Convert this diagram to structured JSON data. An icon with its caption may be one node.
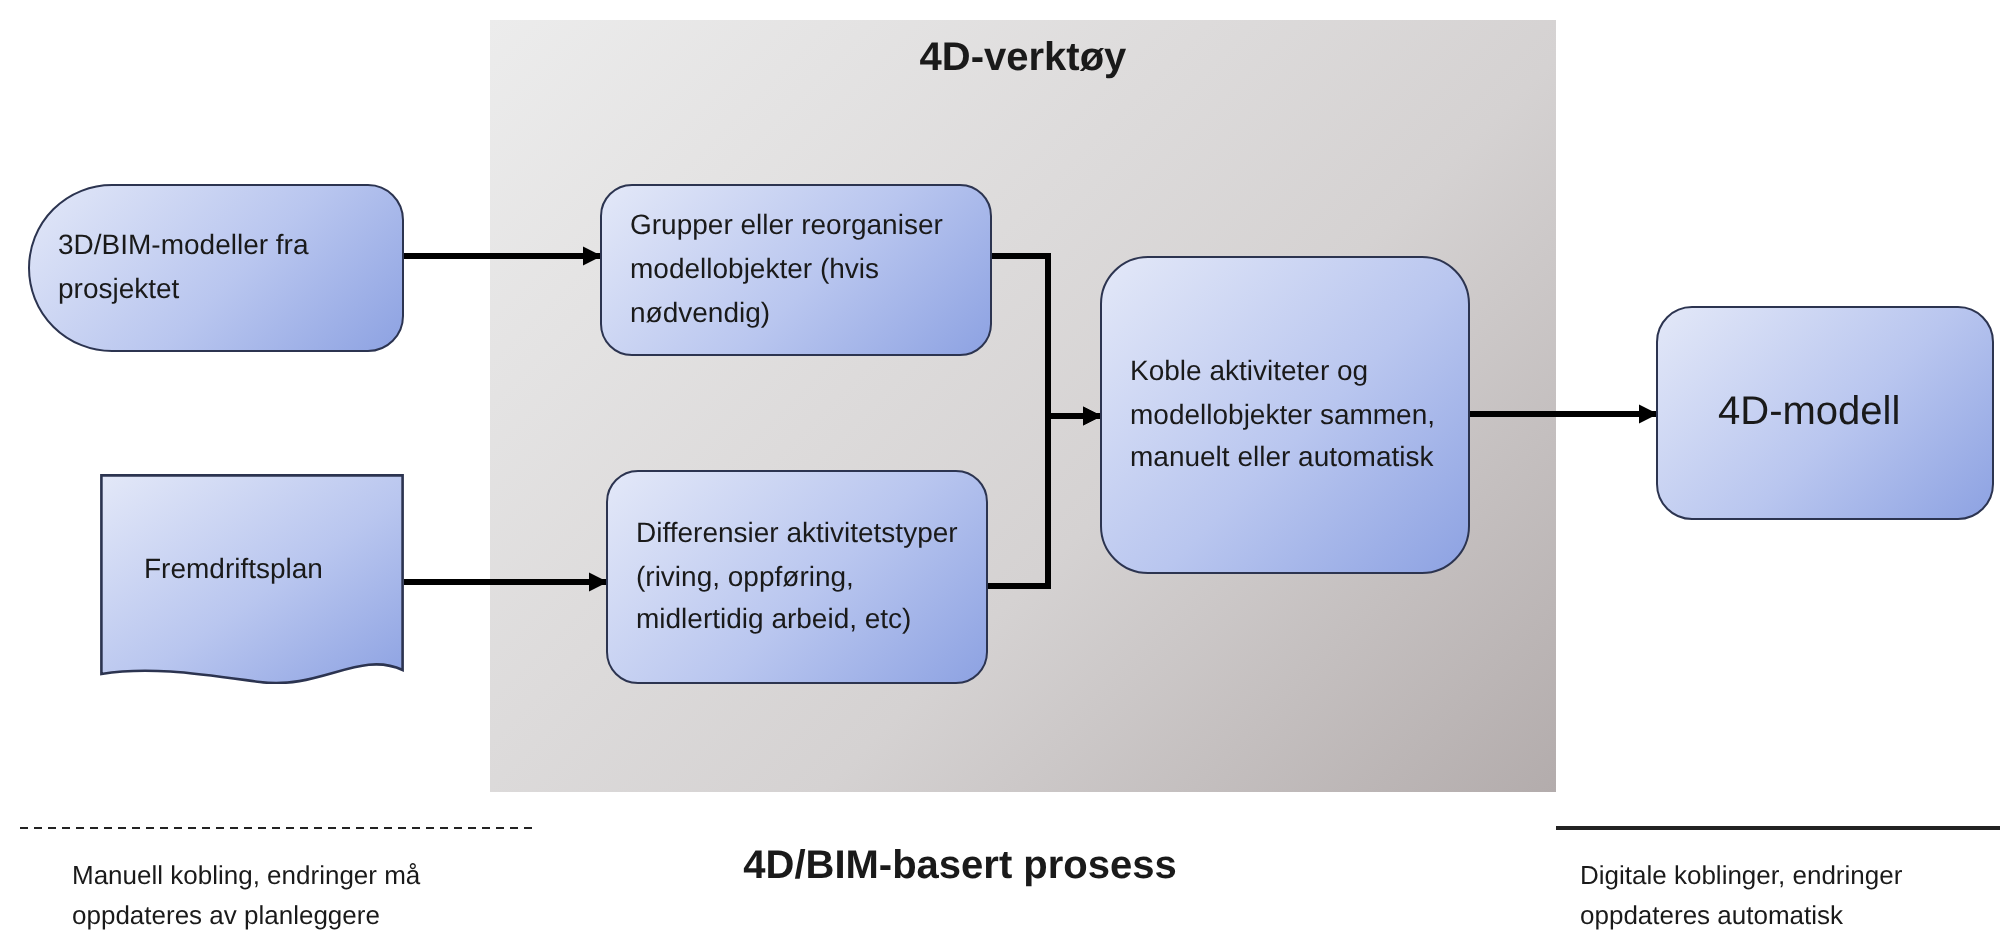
{
  "diagram": {
    "title": "4D/BIM-basert prosess",
    "nodes": [
      {
        "text": [
          "4D-verktøy"
        ]
      },
      {
        "text": [
          "3D/BIM-modeller fra prosjektet"
        ]
      },
      {
        "text": [
          "Grupper eller reorganiser modellobjekter (hvis nødvendig)"
        ],
        "in": 0
      },
      {
        "text": [
          "Fremdriftsplan"
        ]
      },
      {
        "text": [
          "Differensier aktivitetstyper (riving, oppføring, midlertidig arbeid, etc)"
        ],
        "in": 0
      },
      {
        "text": [
          "Koble aktiviteter og modellobjekter sammen, manuelt eller automatisk"
        ],
        "in": 0
      },
      {
        "text": [
          "4D-modell"
        ]
      }
    ],
    "edges": [
      {
        "from": 1,
        "to": 2,
        "arrow": "to"
      },
      {
        "from": 3,
        "to": 4,
        "arrow": "to"
      },
      {
        "from": 2,
        "to": 5,
        "arrow": "to"
      },
      {
        "from": 4,
        "to": 5,
        "arrow": "to"
      },
      {
        "from": 5,
        "to": 6,
        "arrow": "to"
      }
    ],
    "legend": [
      {
        "text": "Manuell kobling, endringer må oppdateres av planleggere"
      },
      {
        "text": "Digitale koblinger, endringer oppdateres automatisk"
      }
    ]
  }
}
